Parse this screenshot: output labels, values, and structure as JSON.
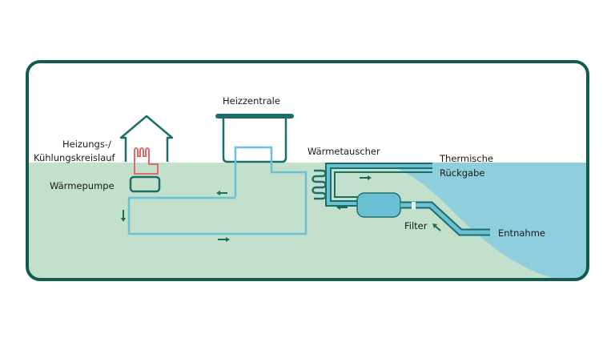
{
  "title": "Geothermie / Seewasser-Wärmenutzung Schema",
  "colors": {
    "frame": "#0f5c4e",
    "ground": "#c2e0cb",
    "water": "#8ecedd",
    "pipe": "#6cc0d6",
    "pipe_dark": "#1c6e68",
    "heating": "#e06a6a",
    "arrow": "#1c6b5a"
  },
  "labels": {
    "heating_circuit_line1": "Heizungs-/",
    "heating_circuit_line2": "Kühlungskreislauf",
    "heat_pump": "Wärmepumpe",
    "heating_center": "Heizzentrale",
    "heat_exchanger": "Wärmetauscher",
    "thermal_return_line1": "Thermische",
    "thermal_return_line2": "Rückgabe",
    "filter": "Filter",
    "intake": "Entnahme"
  },
  "arrows": [
    {
      "id": "arrow-circuit-top",
      "direction": "left"
    },
    {
      "id": "arrow-circuit-left",
      "direction": "down"
    },
    {
      "id": "arrow-circuit-bottom",
      "direction": "right"
    },
    {
      "id": "arrow-return",
      "direction": "right"
    },
    {
      "id": "arrow-supply",
      "direction": "left"
    },
    {
      "id": "arrow-intake",
      "direction": "up-left"
    }
  ]
}
